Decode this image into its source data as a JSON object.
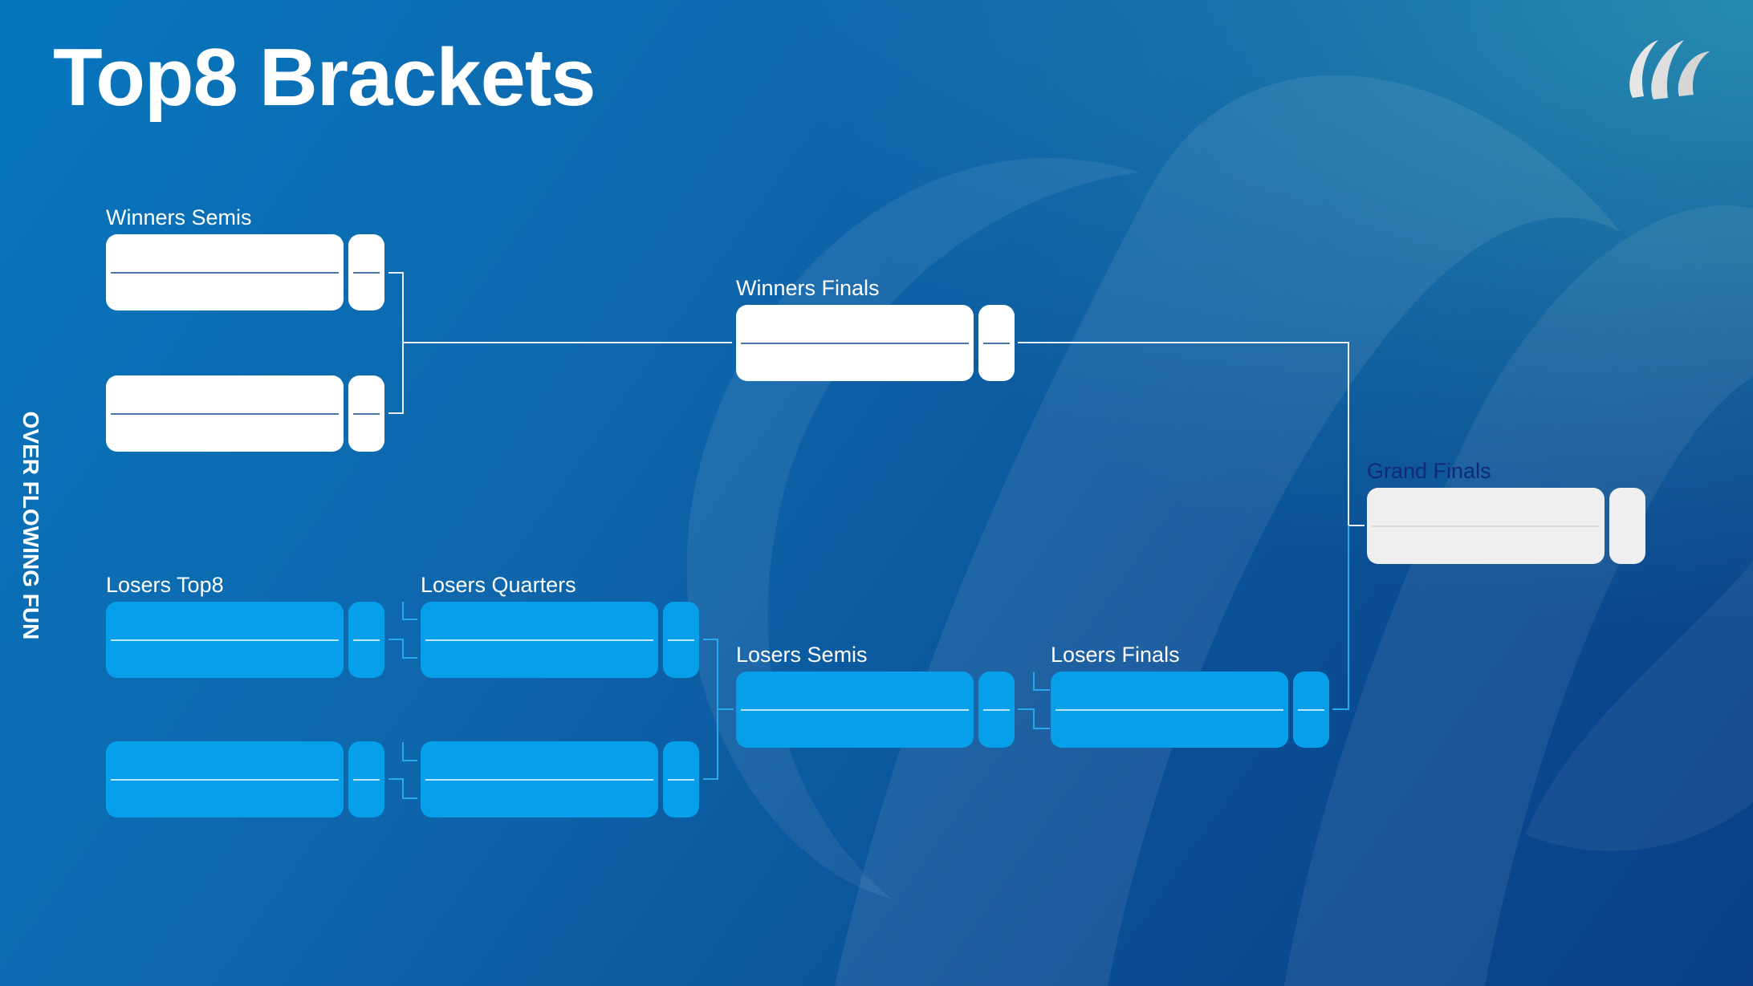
{
  "title": "Top8 Brackets",
  "side_label": "OVER FLOWING FUN",
  "colors": {
    "background_top": "#0675bd",
    "background_bottom": "#0a3f85",
    "winners_slot": "#ffffff",
    "losers_slot": "#06a0ea",
    "grand_finals_slot": "#efefef",
    "grand_finals_label": "#102a78"
  },
  "logo": {
    "icon": "swirl-logo-icon"
  },
  "rounds": {
    "winners_semis": "Winners Semis",
    "winners_finals": "Winners Finals",
    "grand_finals": "Grand Finals",
    "losers_top8": "Losers Top8",
    "losers_quarters": "Losers Quarters",
    "losers_semis": "Losers Semis",
    "losers_finals": "Losers Finals"
  }
}
